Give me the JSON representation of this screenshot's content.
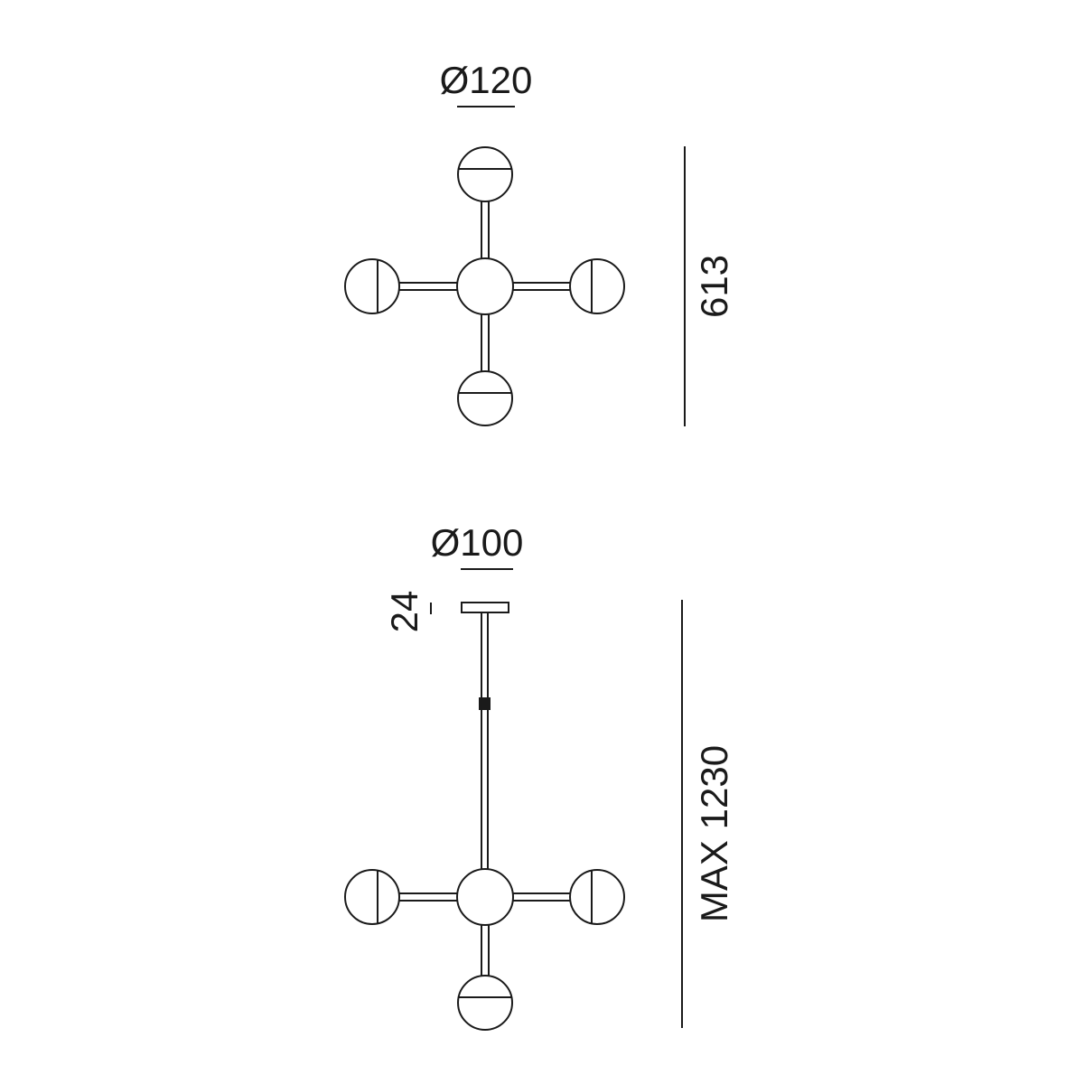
{
  "top_view": {
    "diameter_label": "Ø120",
    "height_label": "613"
  },
  "side_view": {
    "diameter_label": "Ø100",
    "canopy_label": "24",
    "height_label": "MAX 1230"
  }
}
